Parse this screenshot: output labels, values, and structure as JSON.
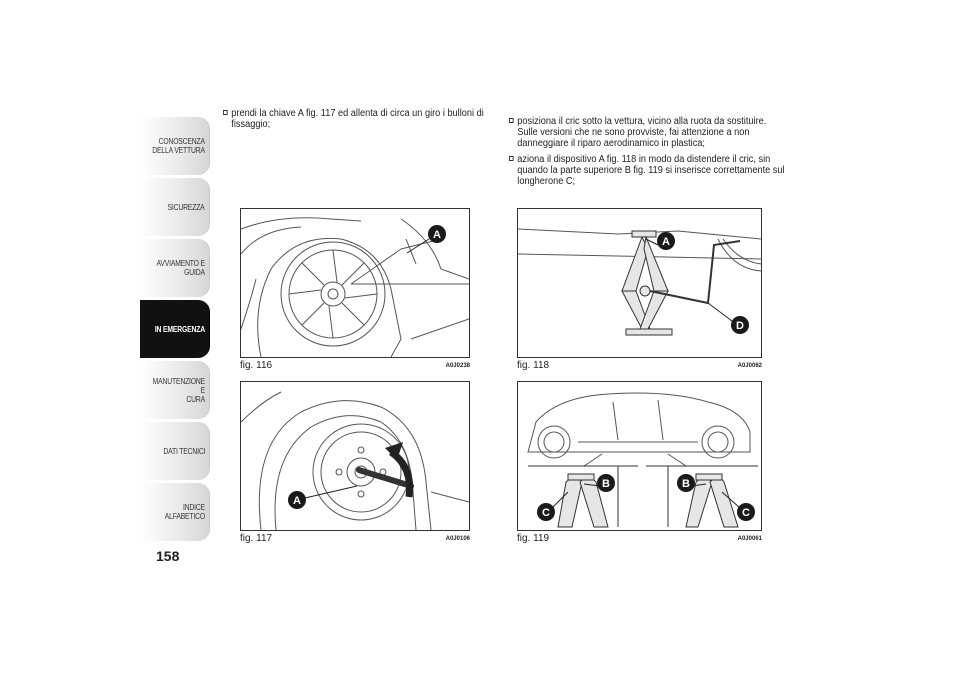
{
  "sidebar": {
    "tabs": [
      {
        "label": "CONOSCENZA\nDELLA VETTURA",
        "active": false
      },
      {
        "label": "SICUREZZA",
        "active": false
      },
      {
        "label": "AVVIAMENTO E\nGUIDA",
        "active": false
      },
      {
        "label": "IN EMERGENZA",
        "active": true
      },
      {
        "label": "MANUTENZIONE E\nCURA",
        "active": false
      },
      {
        "label": "DATI TECNICI",
        "active": false
      },
      {
        "label": "INDICE ALFABETICO",
        "active": false
      }
    ]
  },
  "page_number": "158",
  "left_column": {
    "bullets": [
      "prendi la chiave A fig. 117 ed allenta di circa un giro i bulloni di fissaggio;"
    ]
  },
  "right_column": {
    "bullets": [
      "posiziona il cric sotto la vettura, vicino alla ruota da sostituire. Sulle versioni che ne sono provviste, fai attenzione a non danneggiare il riparo aerodinamico in plastica;",
      "aziona il dispositivo A fig. 118 in modo da distendere il cric, sin quando la parte superiore B fig. 119 si inserisce correttamente sul longherone C;"
    ]
  },
  "figures": {
    "fig116": {
      "caption": "fig. 116",
      "code": "A0J0238",
      "labels": [
        "A"
      ]
    },
    "fig117": {
      "caption": "fig. 117",
      "code": "A0J0106",
      "labels": [
        "A"
      ]
    },
    "fig118": {
      "caption": "fig. 118",
      "code": "A0J0062",
      "labels": [
        "A",
        "D"
      ]
    },
    "fig119": {
      "caption": "fig. 119",
      "code": "A0J0061",
      "labels": [
        "B",
        "B",
        "C",
        "C"
      ]
    }
  },
  "colors": {
    "active_tab": "#111111",
    "label_marker": "#1a1a1a",
    "line_art": "#555555"
  }
}
